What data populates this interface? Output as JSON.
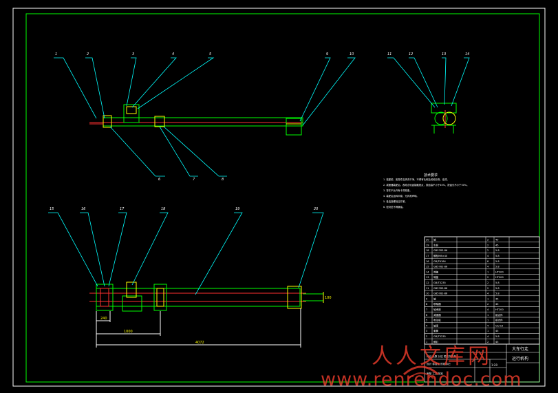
{
  "colors": {
    "background": "#000000",
    "frame": "#ffffff",
    "inner_frame": "#00ff00",
    "leader": "#00ffff",
    "part_green": "#00ff00",
    "part_yellow": "#ffff00",
    "part_red": "#ff3030",
    "watermark": "#e23a2a"
  },
  "balloons_top_left": [
    "1",
    "2",
    "3",
    "4",
    "5"
  ],
  "balloons_top_right": [
    "9",
    "10"
  ],
  "balloons_bottom_mid": [
    "6",
    "7",
    "8"
  ],
  "balloons_side_view": [
    "11",
    "12",
    "13",
    "14"
  ],
  "balloons_lower": [
    "15",
    "16",
    "17",
    "18",
    "19",
    "20"
  ],
  "notes": {
    "heading": "技术要求",
    "lines": [
      "1. 装配前，各零件应清洗干净，不得有毛刺及其他杂物，油漆。",
      "2. 减速器装配后，各啮合轮齿接触斑点，按齿高不小于40%，按齿长不小于50%。",
      "3. 零件不允许有卡滞现象。",
      "4. 装配后运转平稳，无异常声响。",
      "5. 各连接螺栓应拧紧。",
      "6. 密封处不得漏油。"
    ]
  },
  "dimensions": {
    "d1": "240",
    "d2": "1000",
    "d3": "4072",
    "d4": "100"
  },
  "bom_rows": [
    [
      "20",
      "轴",
      "2",
      "45"
    ],
    [
      "19",
      "车轮",
      "2",
      "45"
    ],
    [
      "18",
      "GB5783-86",
      "2",
      "5.8"
    ],
    [
      "17",
      "螺栓M8×40",
      "4",
      "5.8"
    ],
    [
      "16",
      "GB/T6184",
      "8",
      "5.8"
    ],
    [
      "15",
      "GB5782-86",
      "4",
      "5.8"
    ],
    [
      "14",
      "端盖",
      "1",
      "HT200"
    ],
    [
      "13",
      "端盖",
      "2",
      "HT200"
    ],
    [
      "12",
      "GB/T3235",
      "2",
      "5.8"
    ],
    [
      "11",
      "GB5783-86",
      "2",
      "5.8"
    ],
    [
      "10",
      "GB5782-86",
      "4",
      "5.8"
    ],
    [
      "9",
      "轴",
      "1",
      "45"
    ],
    [
      "8",
      "联轴器",
      "2",
      "45"
    ],
    [
      "7",
      "轴承座",
      "4",
      "HT200"
    ],
    [
      "6",
      "减速器",
      "1",
      "组合件"
    ],
    [
      "5",
      "电动机",
      "1",
      "组合件"
    ],
    [
      "4",
      "轴承",
      "4",
      "GCr15"
    ],
    [
      "3",
      "套筒",
      "1",
      "45"
    ],
    [
      "2",
      "GB/T3235",
      "4",
      "5.8"
    ],
    [
      "1",
      "螺钉",
      "2",
      "45"
    ]
  ],
  "title_block": {
    "name": "大车行走",
    "drawing_title": "运行机构",
    "sub1": "标记 处数 分区 更改文件号",
    "sub2": "设计 标准化 阶段标记",
    "sub3": "审核 工艺 批准",
    "scale": "1:20"
  },
  "watermark": {
    "cn": "人人文库网",
    "url": "www.renrendoc.com"
  }
}
